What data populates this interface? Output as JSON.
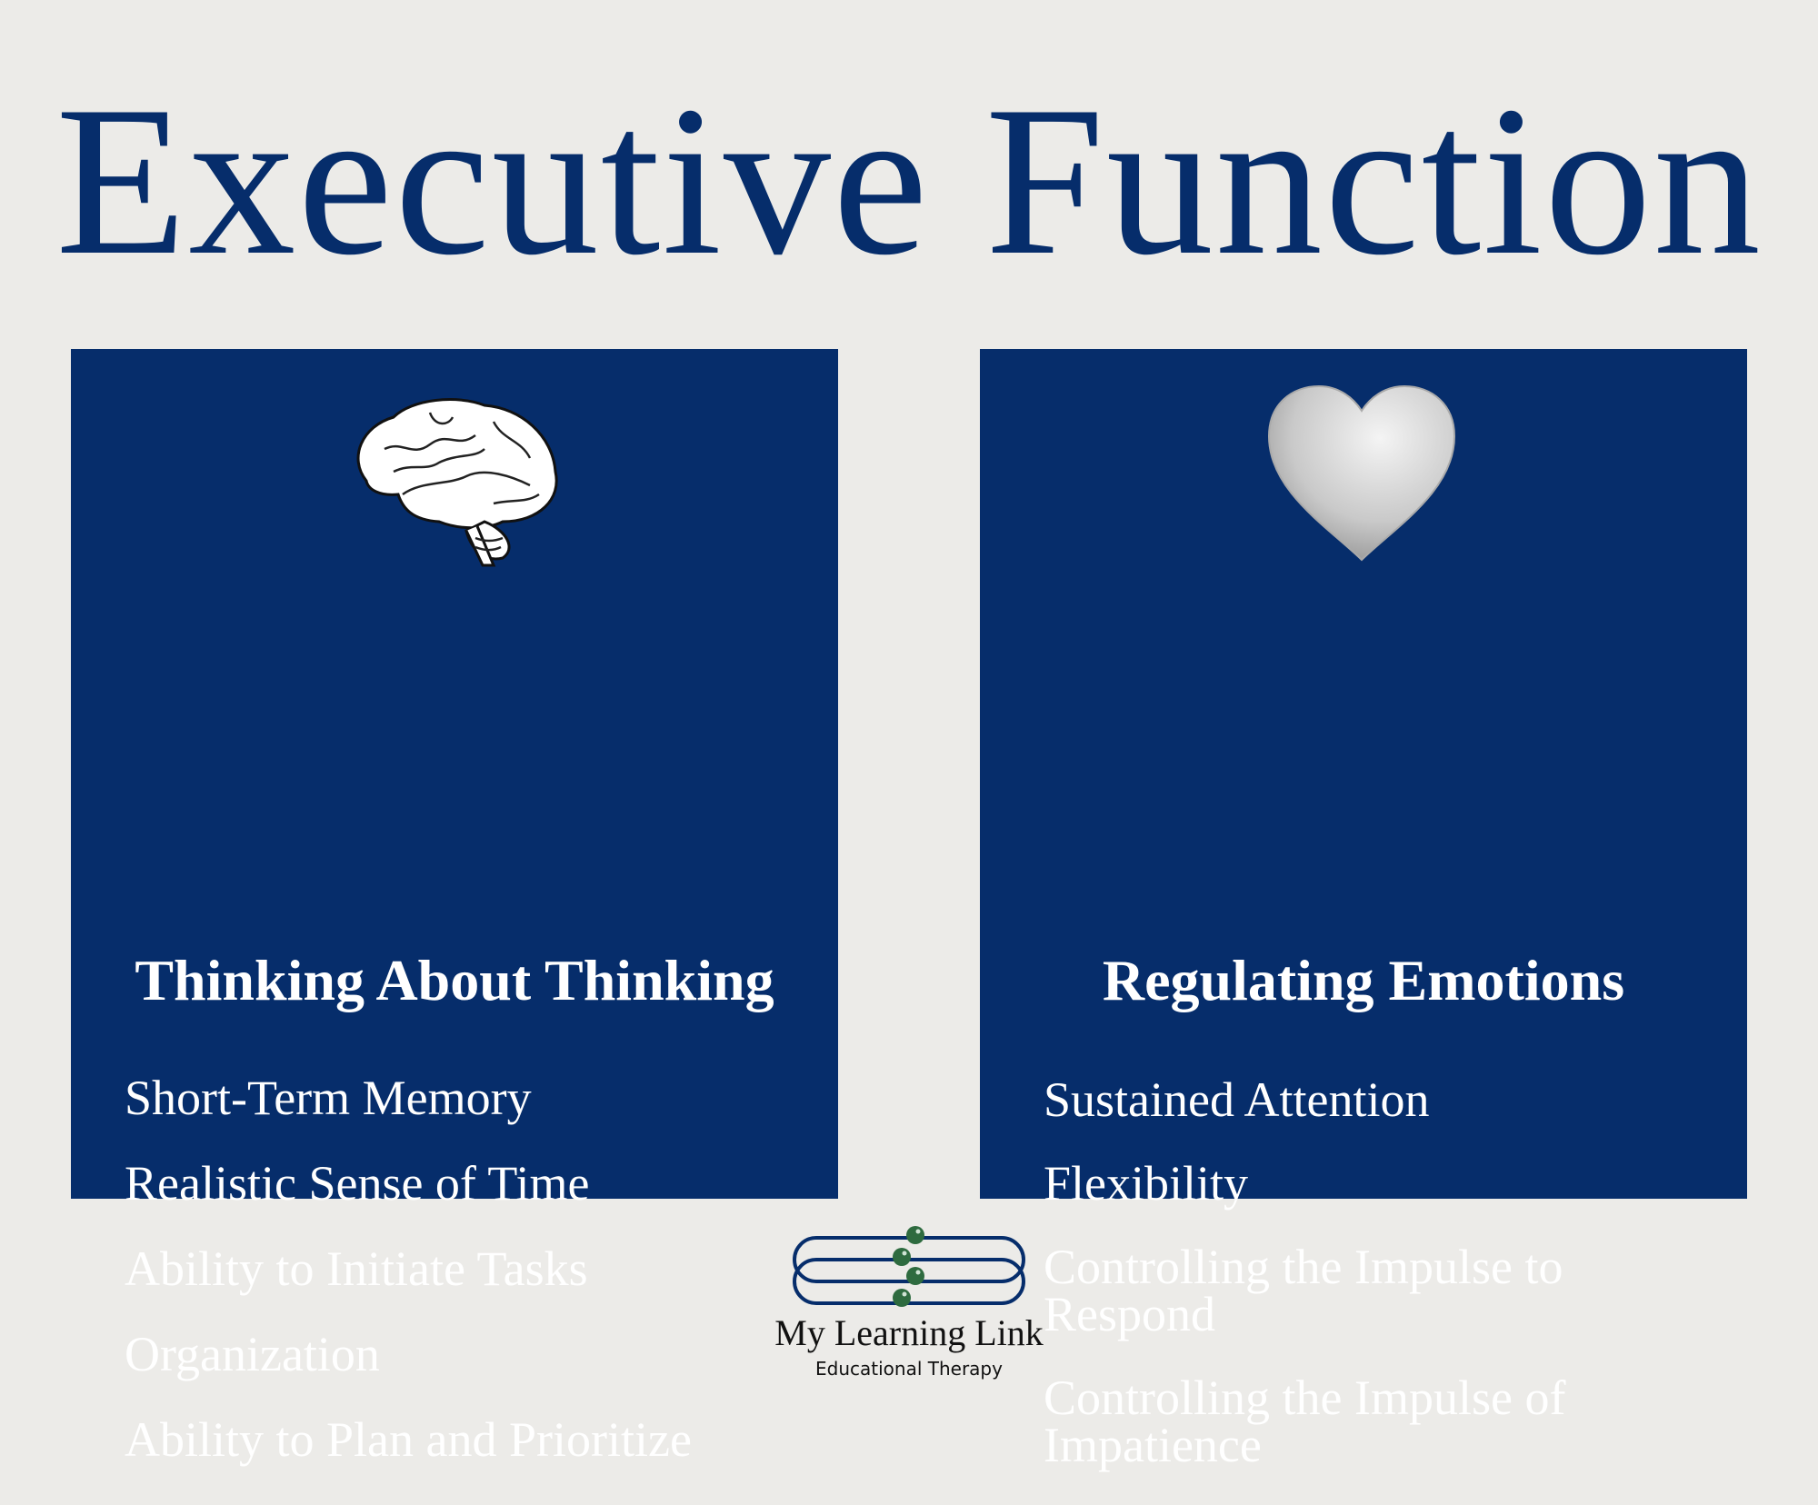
{
  "title": "Executive Function",
  "colors": {
    "navy": "#062d6b",
    "background": "#ecebe8",
    "bead": "#2e6b3f"
  },
  "left_panel": {
    "icon": "brain-icon",
    "heading": "Thinking About Thinking",
    "items": [
      "Short-Term Memory",
      "Realistic Sense of Time",
      "Ability to Initiate Tasks",
      "Organization",
      "Ability to Plan and Prioritize"
    ]
  },
  "right_panel": {
    "icon": "heart-icon",
    "heading": "Regulating Emotions",
    "items": [
      "Sustained Attention",
      "Flexibility",
      "Controlling the Impulse to Respond",
      "Controlling the Impulse of Impatience"
    ]
  },
  "logo": {
    "name": "My Learning Link",
    "tagline": "Educational Therapy"
  }
}
